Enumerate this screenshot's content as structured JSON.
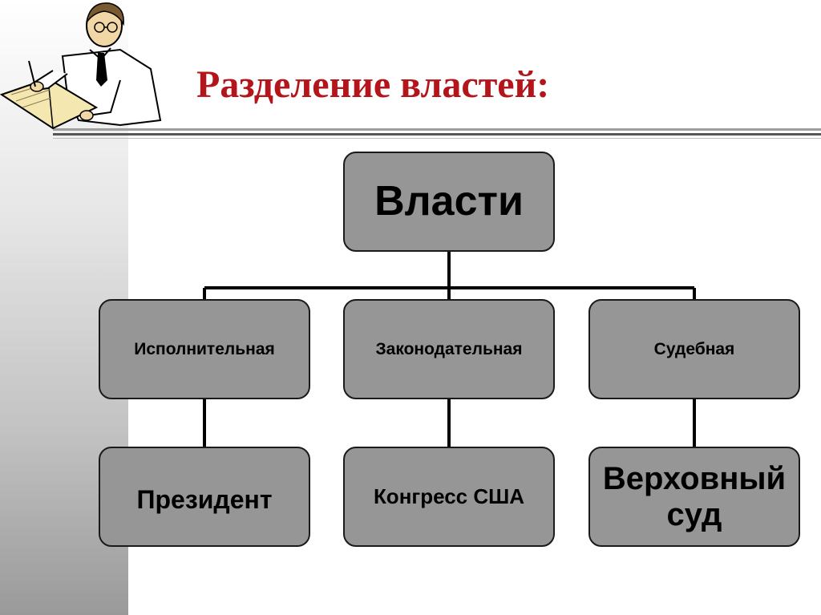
{
  "title": "Разделение властей:",
  "colors": {
    "title": "#b3151b",
    "node_fill": "#969696",
    "node_border": "#1a1a1a",
    "connector": "#000000"
  },
  "diagram": {
    "root": "Власти",
    "branches": [
      {
        "label": "Исполнительная",
        "leaf": "Президент"
      },
      {
        "label": "Законодательная",
        "leaf": "Конгресс США"
      },
      {
        "label": "Судебная",
        "leaf": "Верховный суд"
      }
    ]
  },
  "icons": [
    "clipart-writing-man-icon"
  ]
}
